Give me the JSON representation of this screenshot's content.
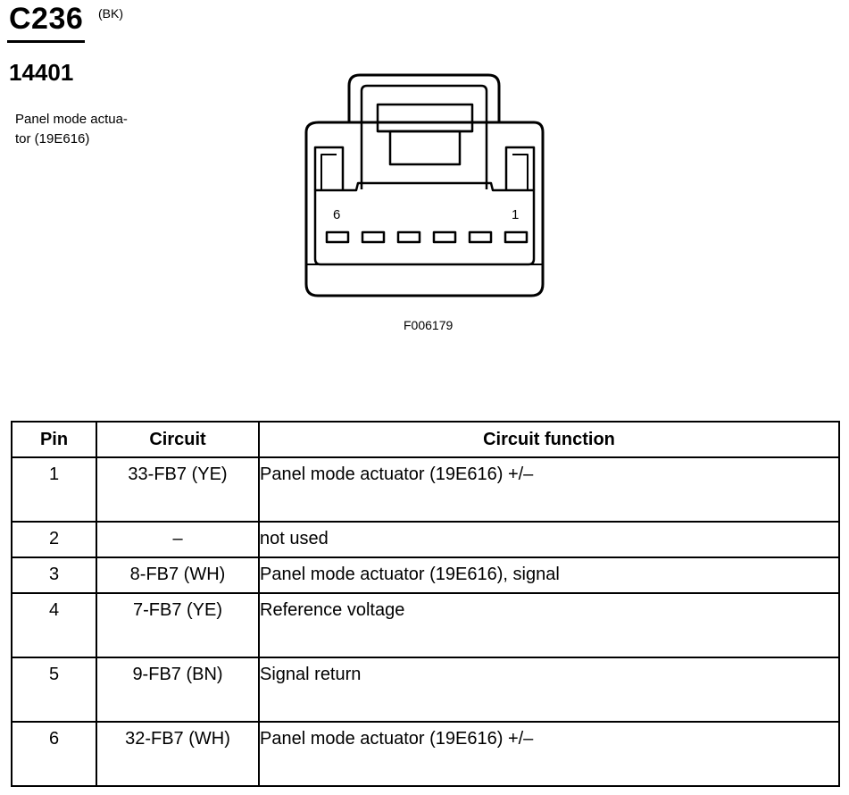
{
  "connector": {
    "id": "C236",
    "color": "(BK)",
    "part_number": "14401",
    "description": "Panel mode actua-\ntor (19E616)"
  },
  "figure": {
    "id": "F006179",
    "pin_first": "6",
    "pin_last": "1"
  },
  "table": {
    "headers": {
      "pin": "Pin",
      "circuit": "Circuit",
      "function": "Circuit function"
    },
    "rows": [
      {
        "pin": "1",
        "circuit": "33-FB7 (YE)",
        "function": "Panel mode actuator (19E616) +/–"
      },
      {
        "pin": "2",
        "circuit": "–",
        "function": "not used"
      },
      {
        "pin": "3",
        "circuit": "8-FB7 (WH)",
        "function": "Panel mode actuator (19E616), signal"
      },
      {
        "pin": "4",
        "circuit": "7-FB7 (YE)",
        "function": "Reference voltage"
      },
      {
        "pin": "5",
        "circuit": "9-FB7 (BN)",
        "function": "Signal return"
      },
      {
        "pin": "6",
        "circuit": "32-FB7 (WH)",
        "function": "Panel mode actuator (19E616) +/–"
      }
    ]
  }
}
